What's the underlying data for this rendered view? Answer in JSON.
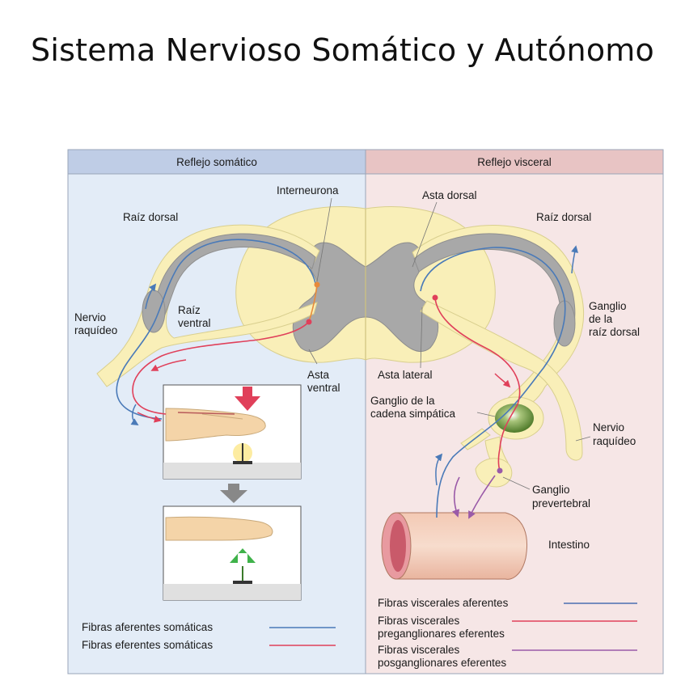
{
  "title": "Sistema Nervioso Somático y Autónomo",
  "panels": {
    "left_header": "Reflejo somático",
    "right_header": "Reflejo visceral"
  },
  "labels": {
    "interneurona": "Interneurona",
    "raiz_dorsal_left": "Raíz dorsal",
    "nervio_left_1": "Nervio",
    "nervio_left_2": "raquídeo",
    "raiz_ventral_1": "Raíz",
    "raiz_ventral_2": "ventral",
    "asta_ventral_1": "Asta",
    "asta_ventral_2": "ventral",
    "asta_dorsal": "Asta dorsal",
    "raiz_dorsal_right": "Raíz dorsal",
    "ganglio_raiz_1": "Ganglio",
    "ganglio_raiz_2": "de la",
    "ganglio_raiz_3": "raíz dorsal",
    "asta_lateral": "Asta lateral",
    "ganglio_cadena_1": "Ganglio de la",
    "ganglio_cadena_2": "cadena simpática",
    "nervio_right_1": "Nervio",
    "nervio_right_2": "raquídeo",
    "ganglio_prev_1": "Ganglio",
    "ganglio_prev_2": "prevertebral",
    "intestino": "Intestino"
  },
  "legend_left": [
    {
      "text": "Fibras aferentes somáticas",
      "color": "#4a7ab8"
    },
    {
      "text": "Fibras eferentes somáticas",
      "color": "#e0405a"
    }
  ],
  "legend_right": [
    {
      "line1": "Fibras viscerales aferentes",
      "line2": "",
      "color": "#4a6fb0"
    },
    {
      "line1": "Fibras viscerales",
      "line2": "preganglionares eferentes",
      "color": "#e0405a"
    },
    {
      "line1": "Fibras viscerales",
      "line2": "posganglionares eferentes",
      "color": "#9a5aa8"
    }
  ],
  "colors": {
    "left_bg": "#e3ecf7",
    "right_bg": "#f6e6e6",
    "left_header_bg": "#bfcde6",
    "right_header_bg": "#e8c4c4",
    "white_matter": "#f9efb8",
    "gray_matter": "#a8a8a8",
    "afferent": "#4a7ab8",
    "efferent": "#e0405a",
    "postganglionic": "#9a5aa8"
  }
}
